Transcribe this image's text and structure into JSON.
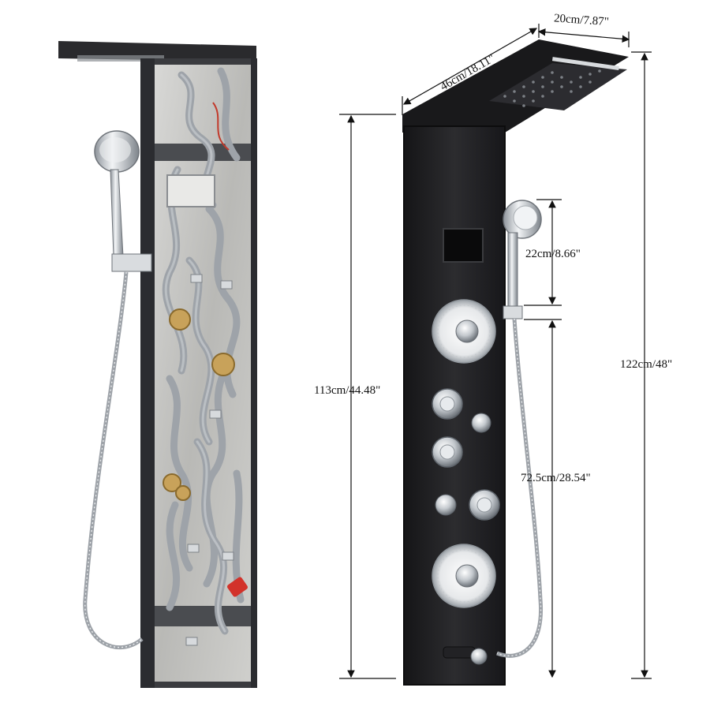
{
  "dimensions": {
    "top_width": "20cm/7.87\"",
    "top_depth": "46cm/18.11\"",
    "handheld_length": "22cm/8.66\"",
    "panel_height": "113cm/44.48\"",
    "handheld_mount_height": "72.5cm/28.54\"",
    "total_height": "122cm/48\""
  },
  "colors": {
    "panel_black": "#1e1e20",
    "chrome": "#c9cdd2",
    "hose": "#a8adb3",
    "brass": "#c8a25a",
    "valve_red": "#d2322a",
    "dim_line": "#111111"
  }
}
